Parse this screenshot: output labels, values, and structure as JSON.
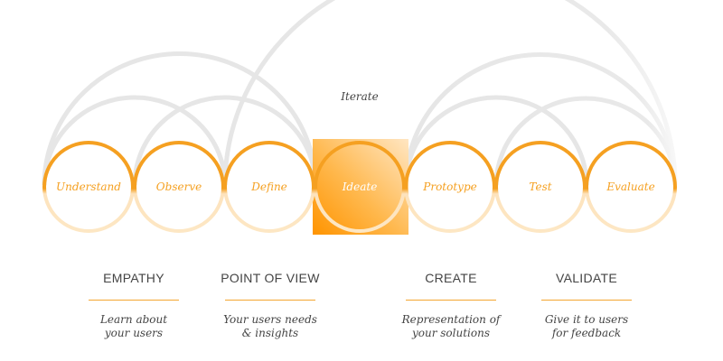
{
  "colors": {
    "accent": "#f5a021",
    "accent_light": "#fde7c4",
    "arc_gray": "#e6e6e6",
    "text": "#444444",
    "highlight_fill_start": "#ff9a00",
    "highlight_fill_end": "#ffe3bb"
  },
  "iterate_label": "Iterate",
  "stages": [
    {
      "label": "Understand",
      "highlight": false
    },
    {
      "label": "Observe",
      "highlight": false
    },
    {
      "label": "Define",
      "highlight": false
    },
    {
      "label": "Ideate",
      "highlight": true
    },
    {
      "label": "Prototype",
      "highlight": false
    },
    {
      "label": "Test",
      "highlight": false
    },
    {
      "label": "Evaluate",
      "highlight": false
    }
  ],
  "phases": [
    {
      "title": "EMPATHY",
      "desc": [
        "Learn about",
        "your users"
      ]
    },
    {
      "title": "POINT OF VIEW",
      "desc": [
        "Your users needs",
        "& insights"
      ]
    },
    {
      "title": "CREATE",
      "desc": [
        "Representation of",
        "your solutions"
      ]
    },
    {
      "title": "VALIDATE",
      "desc": [
        "Give it to users",
        "for feedback"
      ]
    }
  ]
}
